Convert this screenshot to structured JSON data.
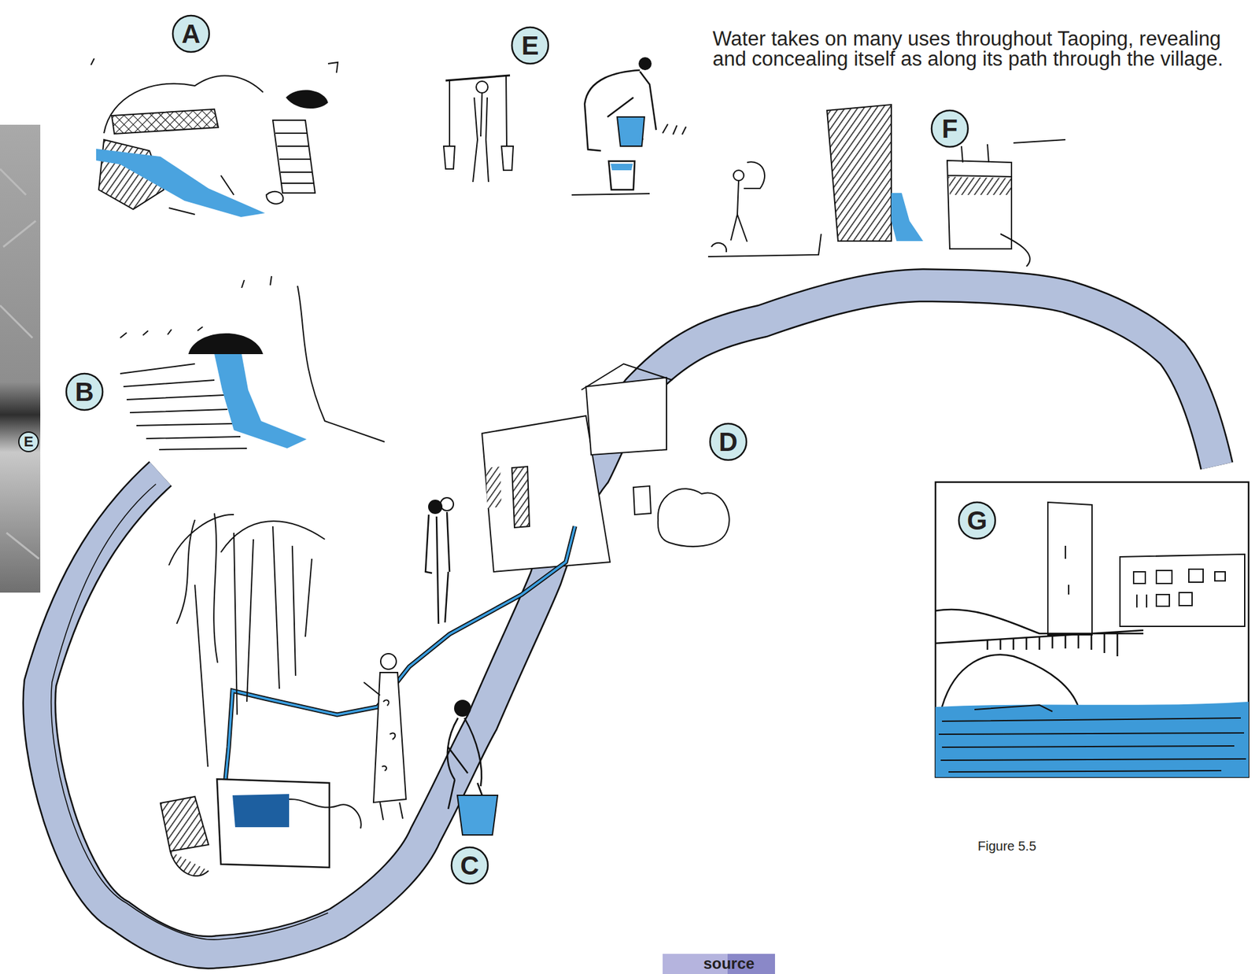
{
  "diagram": {
    "caption": "Figure 5.5",
    "nodes": [
      {
        "text": [
          "A"
        ]
      },
      {
        "text": [
          "E"
        ]
      },
      {
        "text": [
          "F"
        ]
      },
      {
        "text": [
          "B"
        ]
      },
      {
        "text": [
          "E"
        ]
      },
      {
        "text": [
          "D"
        ]
      },
      {
        "text": [
          "G"
        ]
      },
      {
        "text": [
          "C"
        ]
      }
    ],
    "labels": [
      "Water takes on many uses throughout Taoping, revealing and concealing itself as along its path through the village.",
      "source"
    ]
  }
}
